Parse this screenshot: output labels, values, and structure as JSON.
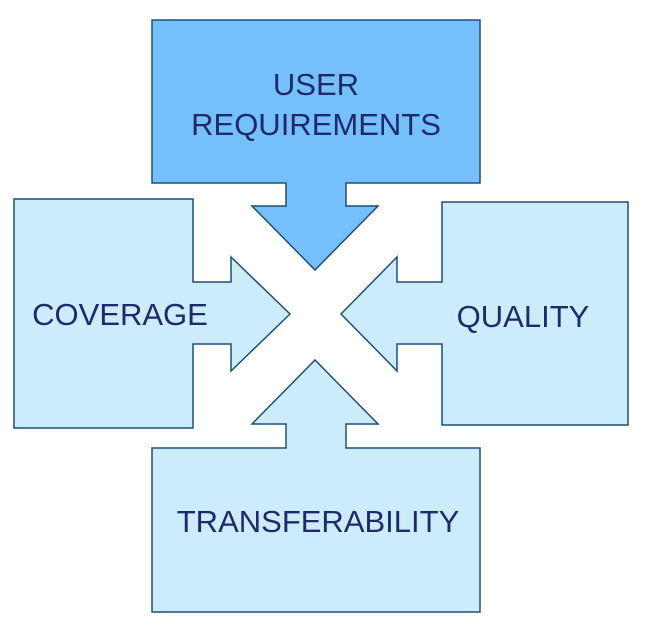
{
  "diagram": {
    "top_box": {
      "line1": "USER",
      "line2": "REQUIREMENTS"
    },
    "left_box": {
      "label": "COVERAGE"
    },
    "right_box": {
      "label": "QUALITY"
    },
    "bottom_box": {
      "label": "TRANSFERABILITY"
    }
  },
  "colors": {
    "top_fill": "#75bffb",
    "side_fill": "#ccecfb",
    "stroke": "#1f4e79",
    "text": "#1f2a6b"
  }
}
